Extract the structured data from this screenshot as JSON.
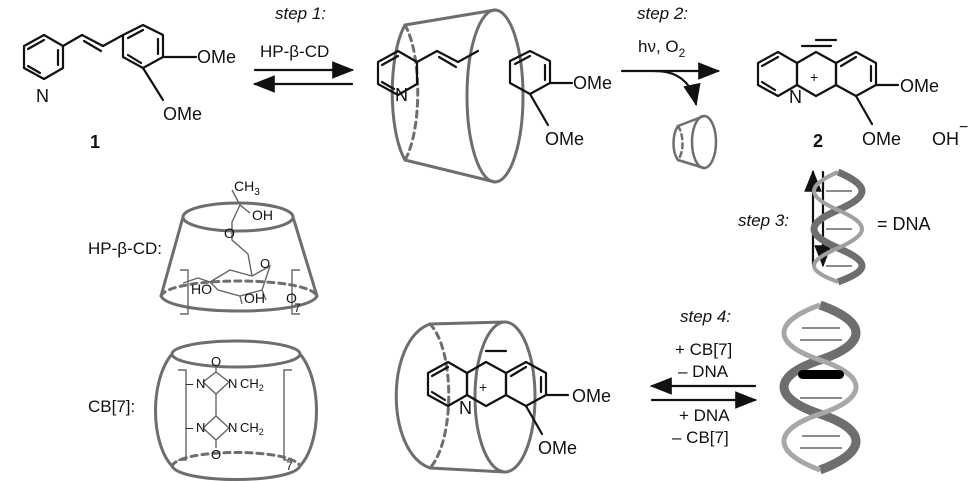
{
  "steps": {
    "step1": "step 1:",
    "step2": "step 2:",
    "step3": "step 3:",
    "step4": "step 4:"
  },
  "reagents": {
    "hpbcd": "HP-β-CD",
    "hv_o2": "hν, O",
    "o2_sub": "2",
    "cb7_add": "+ CB[7]",
    "dna_remove": "– DNA",
    "dna_add": "+ DNA",
    "cb7_remove": "– CB[7]"
  },
  "compounds": {
    "c1_number": "1",
    "c2_number": "2",
    "ome": "OMe",
    "n": "N",
    "plus": "+",
    "hydroxide": "OH",
    "minus": "−"
  },
  "legend": {
    "hpbcd_label": "HP-β-CD:",
    "cb7_label": "CB[7]:",
    "dna_equals": "= DNA",
    "ch3": "CH",
    "ch3_sub": "3",
    "oh": "OH",
    "ho": "HO",
    "o": "O",
    "n": "N",
    "ch2": "CH",
    "ch2_sub": "2",
    "seven": "7",
    "dash": "–"
  },
  "colors": {
    "ink": "#111111",
    "host_gray": "#6e6e6e",
    "dna_gray": "#8a8a8a",
    "intercalator": "#000000"
  }
}
